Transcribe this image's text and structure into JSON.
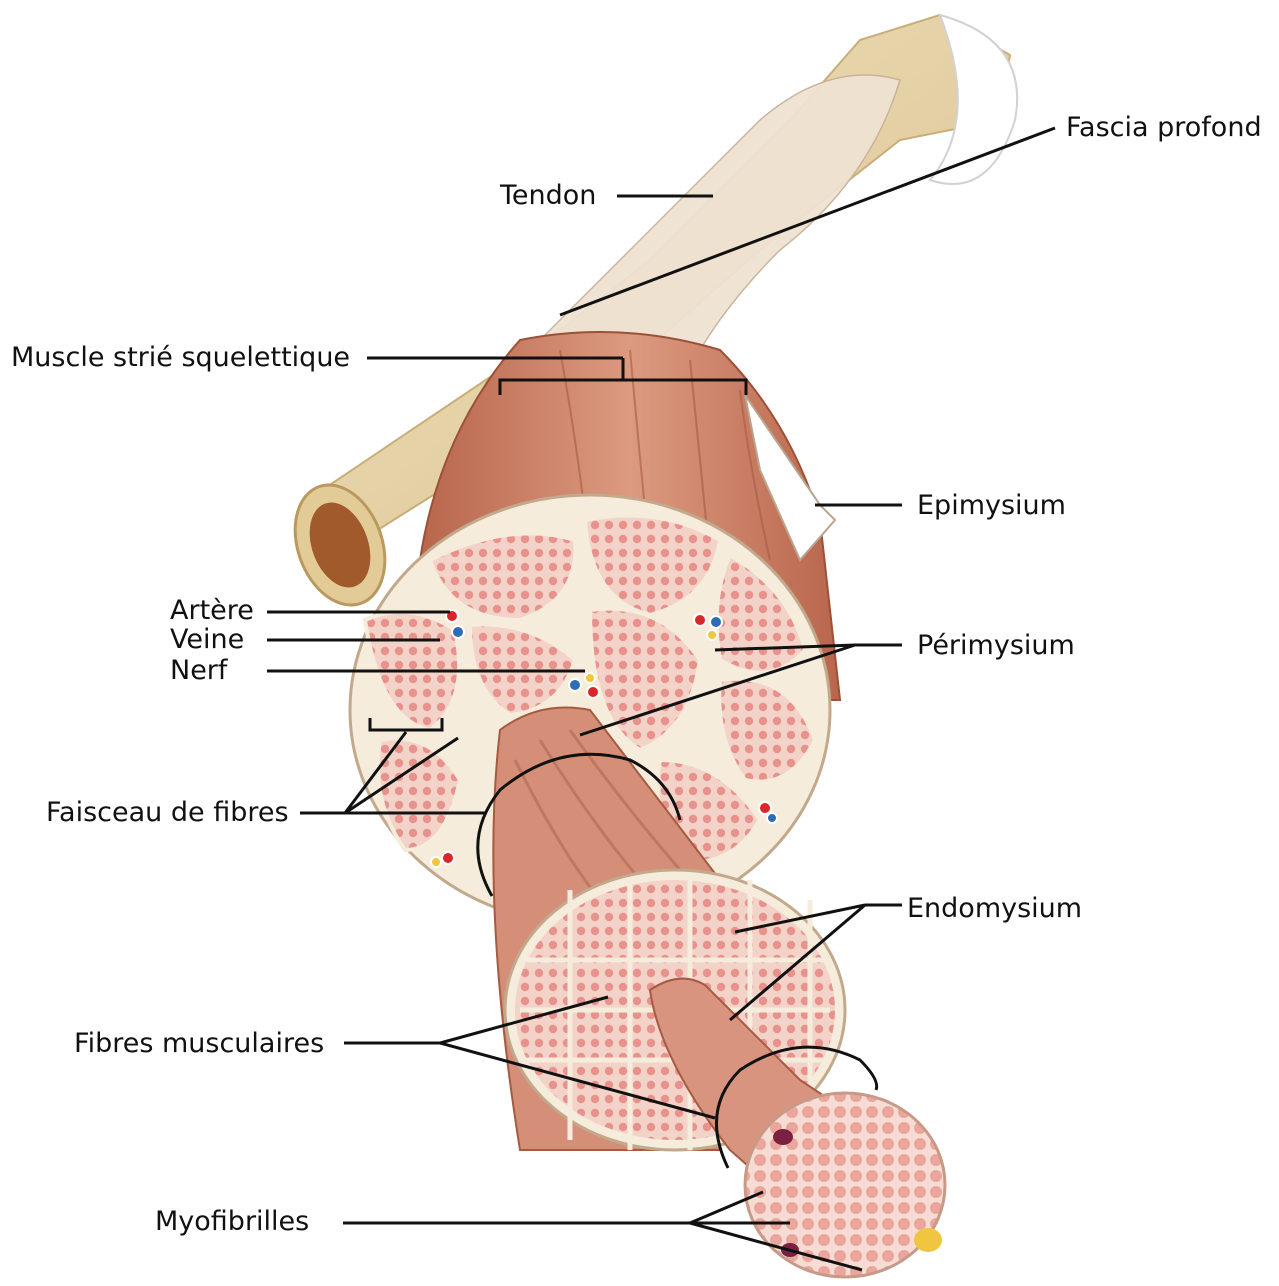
{
  "labels": {
    "fascia": "Fascia profond",
    "tendon": "Tendon",
    "muscle": "Muscle strié squelettique",
    "epimysium": "Epimysium",
    "artere": "Artère",
    "veine": "Veine",
    "nerf": "Nerf",
    "perimysium": "Périmysium",
    "faisceau": "Faisceau de fibres",
    "endomysium": "Endomysium",
    "fibres": "Fibres musculaires",
    "myofibrilles": "Myofibrilles"
  },
  "colors": {
    "bone": "#e6d3a6",
    "muscle": "#d08a70",
    "fiber": "#e8a9a3",
    "connective": "#f6ecdc",
    "artery": "#d8262a",
    "vein": "#2e6db5",
    "nerve": "#f0c640",
    "leader": "#111111"
  }
}
